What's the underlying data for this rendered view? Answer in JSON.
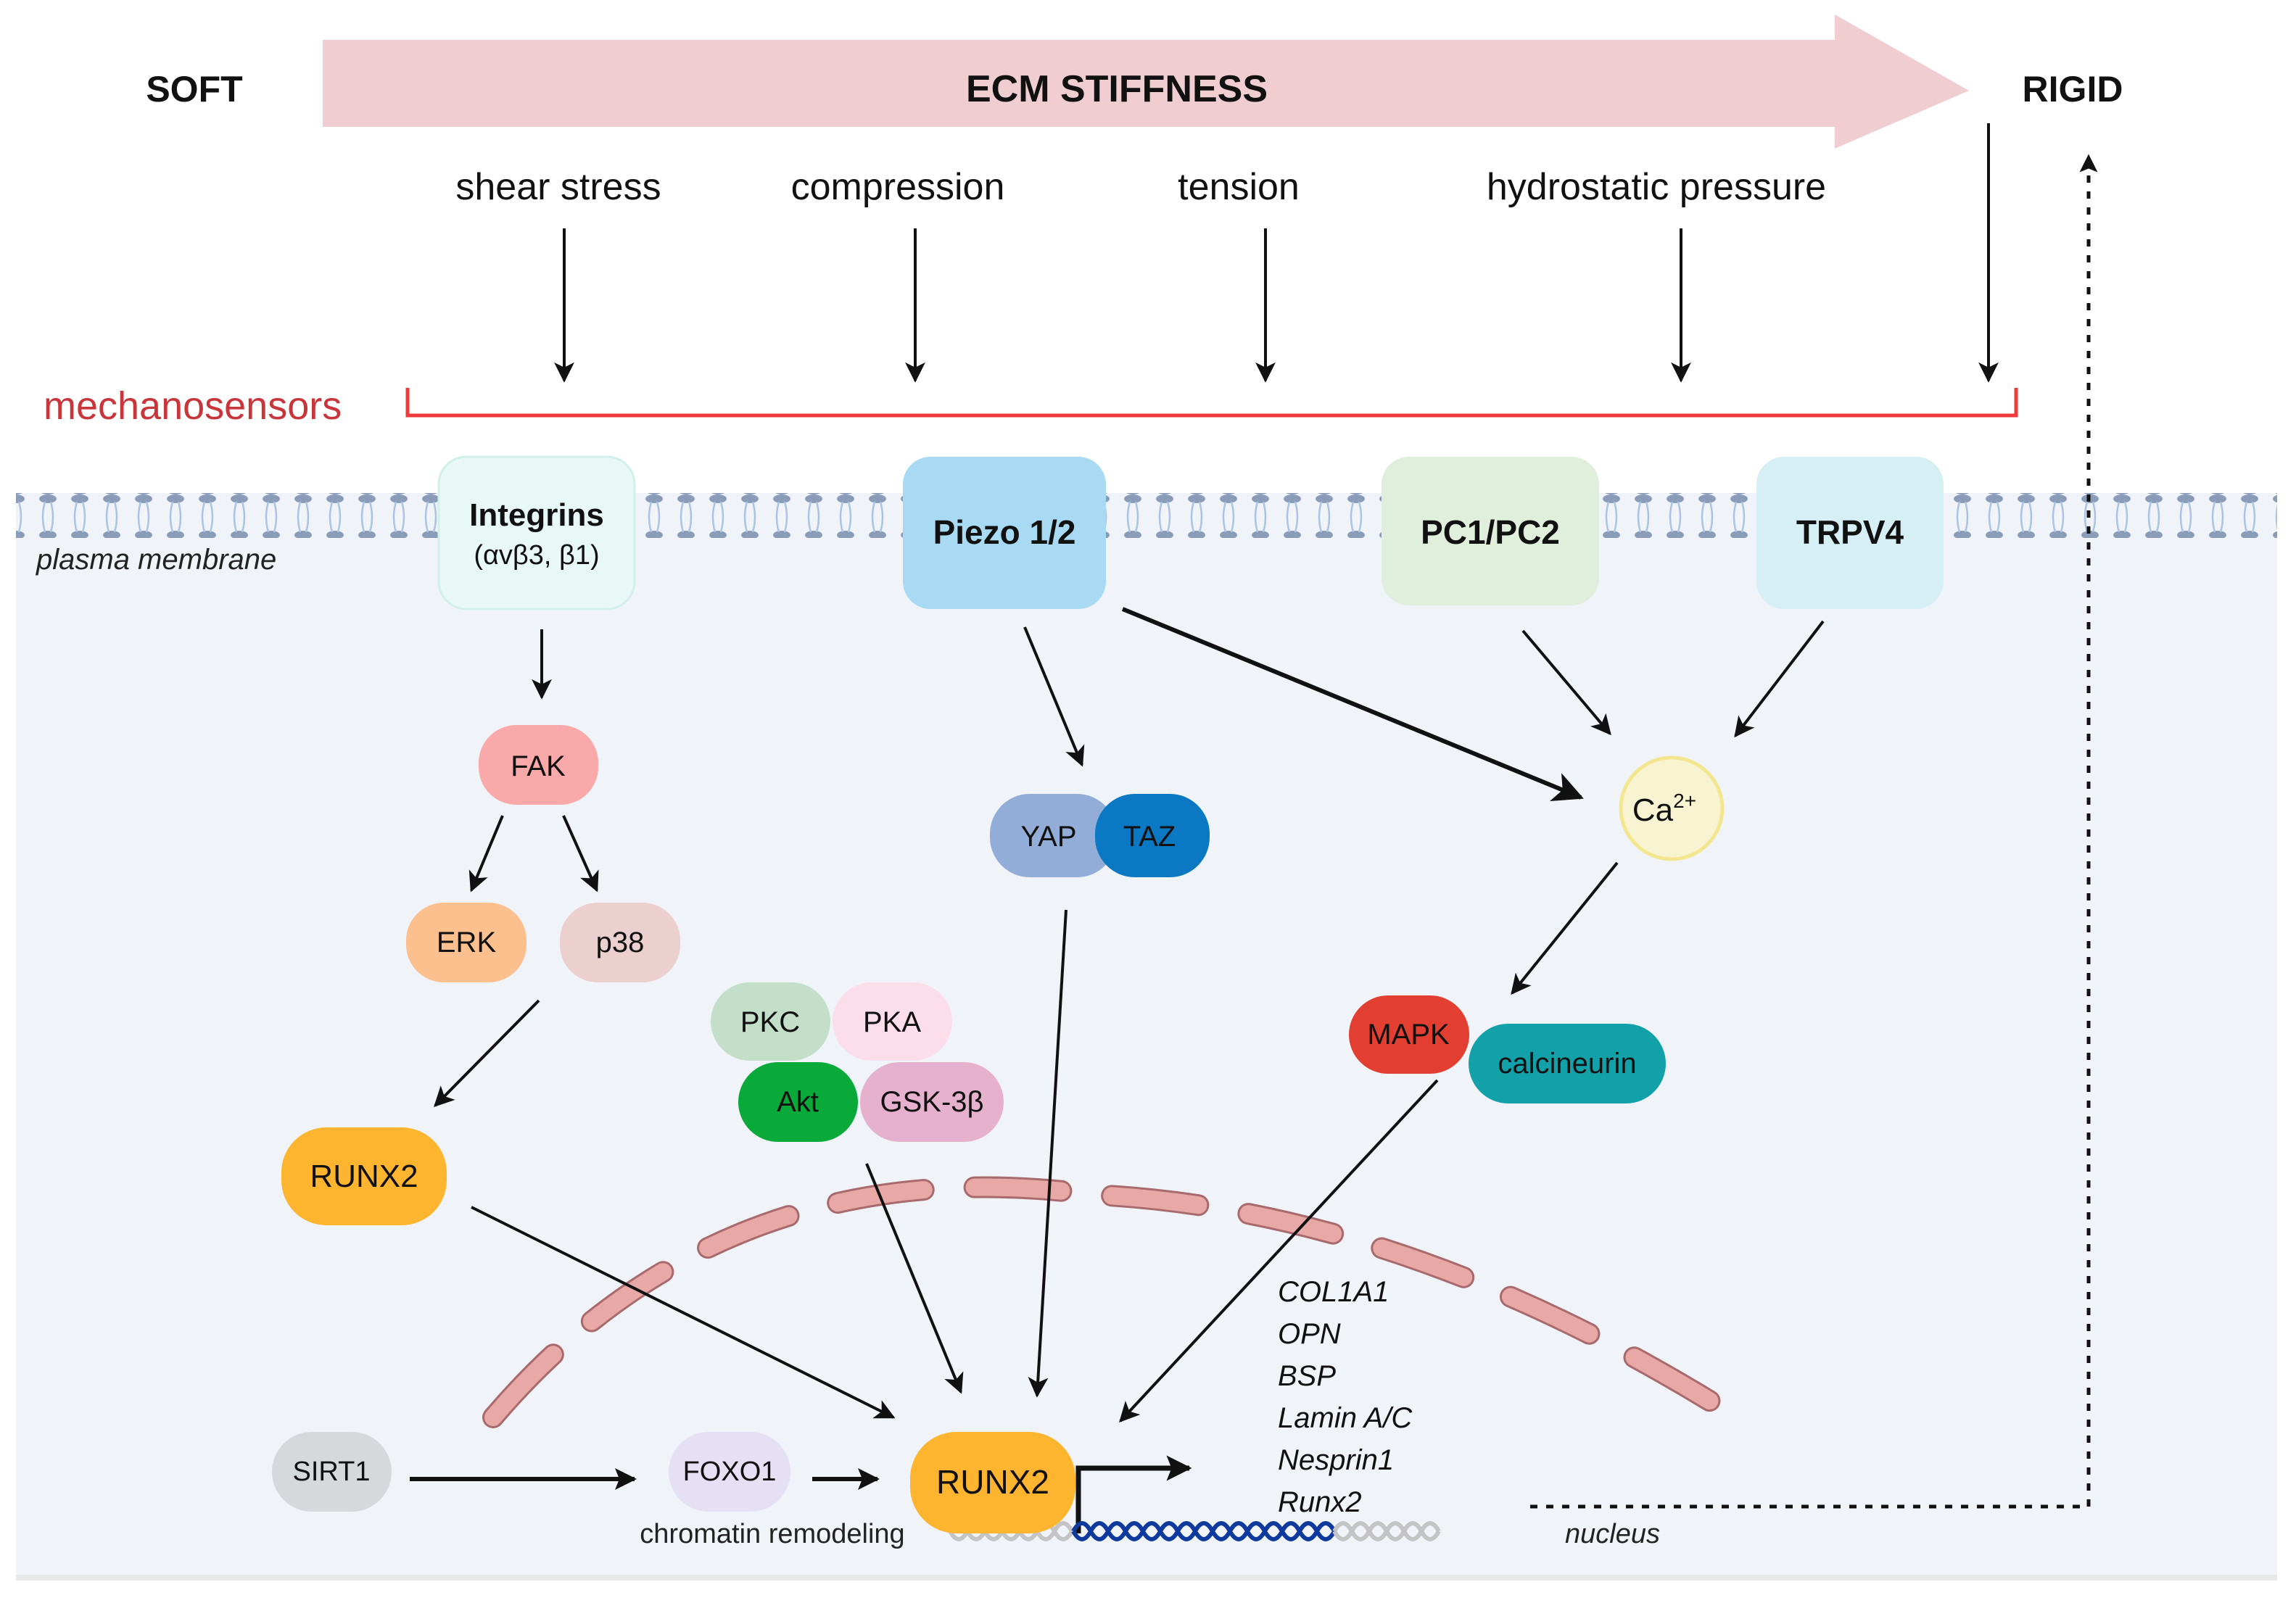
{
  "header": {
    "soft_label": "SOFT",
    "arrow_label": "ECM STIFFNESS",
    "rigid_label": "RIGID",
    "arrow_color": "#f0cdd0"
  },
  "stimuli": [
    {
      "label": "shear stress"
    },
    {
      "label": "compression"
    },
    {
      "label": "tension"
    },
    {
      "label": "hydrostatic pressure"
    }
  ],
  "mechanosensors": {
    "label": "mechanosensors",
    "color": "#d0343a"
  },
  "membrane": {
    "label": "plasma membrane"
  },
  "sensors": [
    {
      "id": "integrins",
      "label": "Integrins",
      "sublabel": "(αvβ3, β1)",
      "color": "#e8f8f7"
    },
    {
      "id": "piezo",
      "label": "Piezo 1/2",
      "color": "#a8daf3"
    },
    {
      "id": "pc1pc2",
      "label": "PC1/PC2",
      "color": "#e0eedc"
    },
    {
      "id": "trpv4",
      "label": "TRPV4",
      "color": "#d6eff4"
    }
  ],
  "nodes": {
    "fak": {
      "label": "FAK",
      "color": "#f9a9a9"
    },
    "erk": {
      "label": "ERK",
      "color": "#fcbf8e"
    },
    "p38": {
      "label": "p38",
      "color": "#eccfcf"
    },
    "yap": {
      "label": "YAP",
      "color": "#92aed8"
    },
    "taz": {
      "label": "TAZ",
      "color": "#0a78c2"
    },
    "ca": {
      "label": "Ca",
      "superscript": "2+",
      "color": "#f8f4d2",
      "stroke": "#f4e68e"
    },
    "pkc": {
      "label": "PKC",
      "color": "#c3dec9"
    },
    "pka": {
      "label": "PKA",
      "color": "#fcdeea"
    },
    "akt": {
      "label": "Akt",
      "color": "#0aaa3a"
    },
    "gsk": {
      "label": "GSK-3β",
      "color": "#e6b1cc"
    },
    "mapk": {
      "label": "MAPK",
      "color": "#e33e32"
    },
    "calcineurin": {
      "label": "calcineurin",
      "color": "#12a1a8"
    },
    "runx2_cyto": {
      "label": "RUNX2",
      "color": "#fdb52f"
    },
    "sirt1": {
      "label": "SIRT1",
      "color": "#d6d9dc"
    },
    "foxo1": {
      "label": "FOXO1",
      "color": "#e5e0f4"
    },
    "runx2_nuc": {
      "label": "RUNX2",
      "color": "#fdb52f"
    }
  },
  "nucleus": {
    "label": "nucleus",
    "envelope_color": "#e8a8a6",
    "chromatin_label": "chromatin remodeling",
    "dna_active_color": "#0d3a9c",
    "dna_inactive_color": "#c4c4c4"
  },
  "target_genes": [
    "COL1A1",
    "OPN",
    "BSP",
    "Lamin A/C",
    "Nesprin1",
    "Runx2"
  ]
}
